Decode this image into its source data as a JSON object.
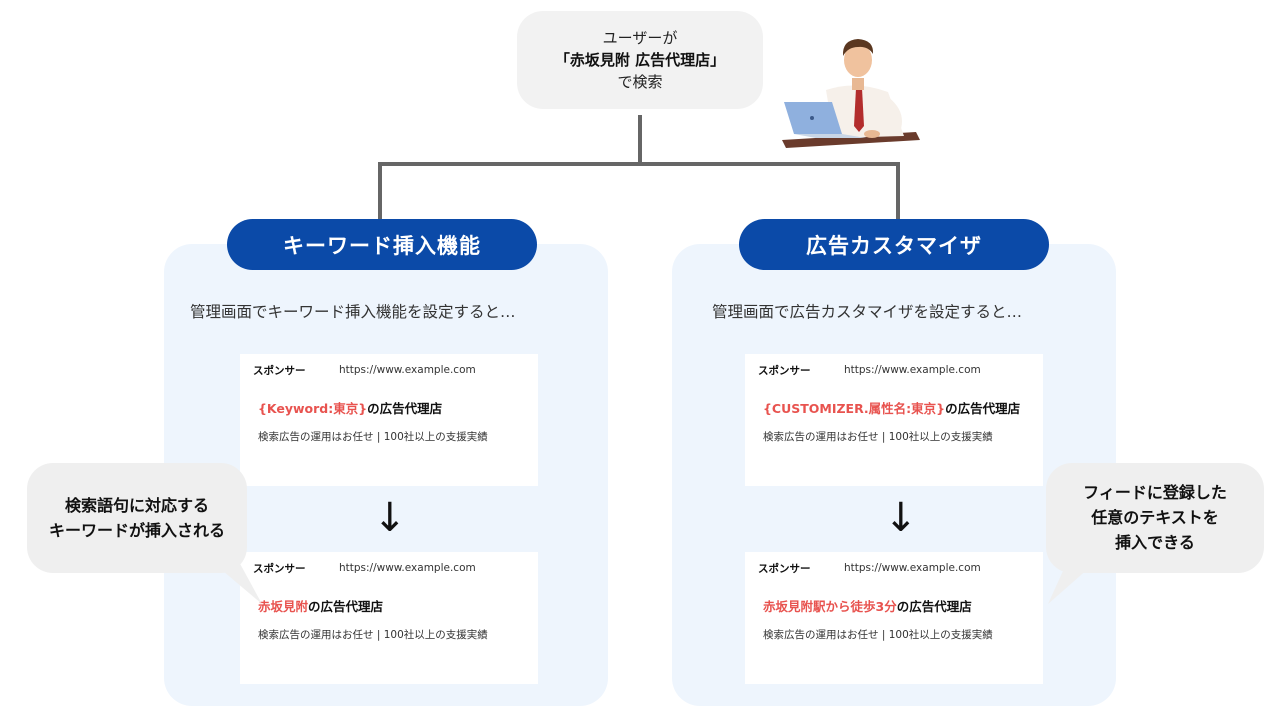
{
  "search": {
    "line1": "ユーザーが",
    "query": "「赤坂見附 広告代理店」",
    "line3": "で検索"
  },
  "colors": {
    "pill": "#0b4aa8",
    "panel": "#eef5fd",
    "highlight": "#e8534f",
    "connector": "#666666"
  },
  "left": {
    "pill": "キーワード挿入機能",
    "caption": "管理画面でキーワード挿入機能を設定すると…",
    "ad_before": {
      "sponsor": "スポンサー",
      "url": "https://www.example.com",
      "title_hl": "{Keyword:東京}",
      "title_rest": "の広告代理店",
      "desc": "検索広告の運用はお任せ | 100社以上の支援実績"
    },
    "arrow": "↓",
    "ad_after": {
      "sponsor": "スポンサー",
      "url": "https://www.example.com",
      "title_hl": "赤坂見附",
      "title_rest": "の広告代理店",
      "desc": "検索広告の運用はお任せ | 100社以上の支援実績"
    },
    "callout": [
      "検索語句に対応する",
      "キーワードが挿入される"
    ]
  },
  "right": {
    "pill": "広告カスタマイザ",
    "caption": "管理画面で広告カスタマイザを設定すると…",
    "ad_before": {
      "sponsor": "スポンサー",
      "url": "https://www.example.com",
      "title_hl": "{CUSTOMIZER.属性名:東京}",
      "title_rest": "の広告代理店",
      "desc": "検索広告の運用はお任せ | 100社以上の支援実績"
    },
    "arrow": "↓",
    "ad_after": {
      "sponsor": "スポンサー",
      "url": "https://www.example.com",
      "title_hl": "赤坂見附駅から徒歩3分",
      "title_rest": "の広告代理店",
      "desc": "検索広告の運用はお任せ | 100社以上の支援実績"
    },
    "callout": [
      "フィードに登録した",
      "任意のテキストを",
      "挿入できる"
    ]
  }
}
